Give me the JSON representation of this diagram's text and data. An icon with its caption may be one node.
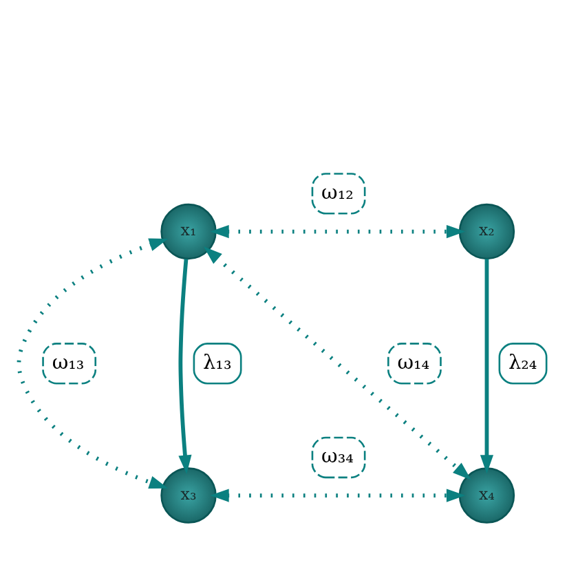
{
  "diagram": {
    "nodes": [
      {
        "text": [
          "x₁"
        ]
      },
      {
        "text": [
          "x₂"
        ]
      },
      {
        "text": [
          "x₃"
        ]
      },
      {
        "text": [
          "x₄"
        ]
      }
    ],
    "edges": [
      {
        "from": 0,
        "to": 1,
        "arrow": "both",
        "label": "ω₁₂",
        "style": "dashed"
      },
      {
        "from": 0,
        "to": 2,
        "arrow": "both",
        "label": "ω₁₃",
        "style": "dashed"
      },
      {
        "from": 0,
        "to": 2,
        "arrow": "to",
        "label": "λ₁₃"
      },
      {
        "from": 0,
        "to": 3,
        "arrow": "both",
        "label": "ω₁₄",
        "style": "dashed"
      },
      {
        "from": 1,
        "to": 3,
        "arrow": "to",
        "label": "λ₂₄"
      },
      {
        "from": 2,
        "to": 3,
        "arrow": "both",
        "label": "ω₃₄",
        "style": "dashed"
      }
    ]
  }
}
